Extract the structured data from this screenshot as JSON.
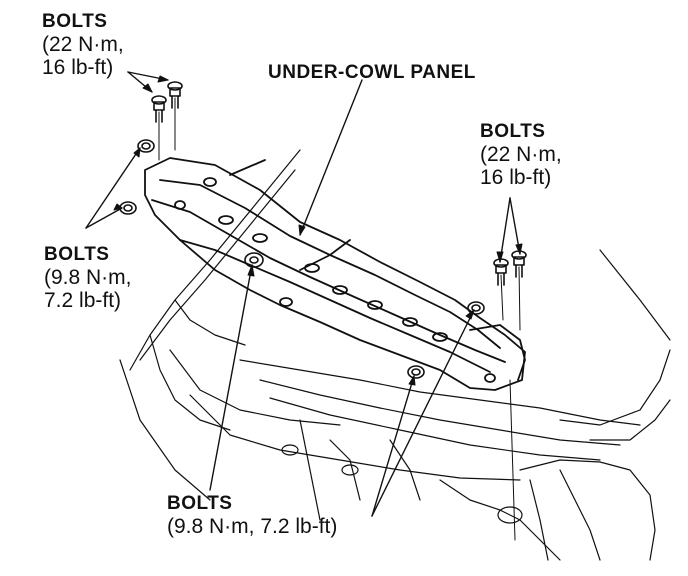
{
  "labels": {
    "panel": "UNDER-COWL PANEL",
    "bolts_top_left": {
      "title": "BOLTS",
      "line1": "(22 N·m,",
      "line2": "16 lb-ft)"
    },
    "bolts_top_right": {
      "title": "BOLTS",
      "line1": "(22 N·m,",
      "line2": "16 lb-ft)"
    },
    "bolts_mid_left": {
      "title": "BOLTS",
      "line1": "(9.8 N·m,",
      "line2": "7.2 lb-ft)"
    },
    "bolts_bottom": {
      "title": "BOLTS",
      "line1": "(9.8 N·m, 7.2 lb-ft)"
    }
  },
  "colors": {
    "ink": "#111111",
    "background": "#ffffff"
  }
}
